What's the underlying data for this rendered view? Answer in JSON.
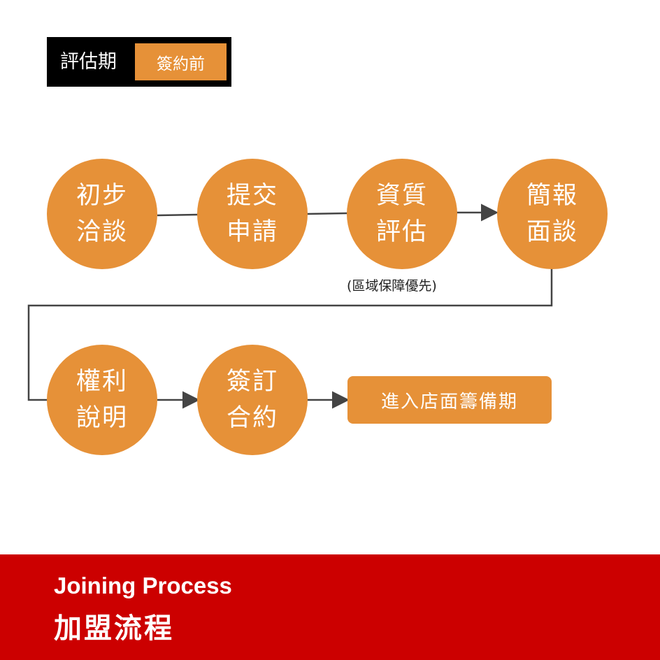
{
  "phase": {
    "label": "評估期",
    "badge": "簽約前"
  },
  "steps": [
    {
      "label": "初步洽談"
    },
    {
      "label": "提交申請"
    },
    {
      "label": "資質評估"
    },
    {
      "label": "簡報面談"
    },
    {
      "label": "權利說明"
    },
    {
      "label": "簽訂合約"
    }
  ],
  "note": "(區域保障優先)",
  "final": {
    "label": "進入店面籌備期"
  },
  "footer": {
    "title": "Joining Process",
    "subtitle": "加盟流程"
  },
  "colors": {
    "accent": "#e69138",
    "footer": "#cc0000",
    "phase_bg": "#000000",
    "connector": "#444444"
  }
}
